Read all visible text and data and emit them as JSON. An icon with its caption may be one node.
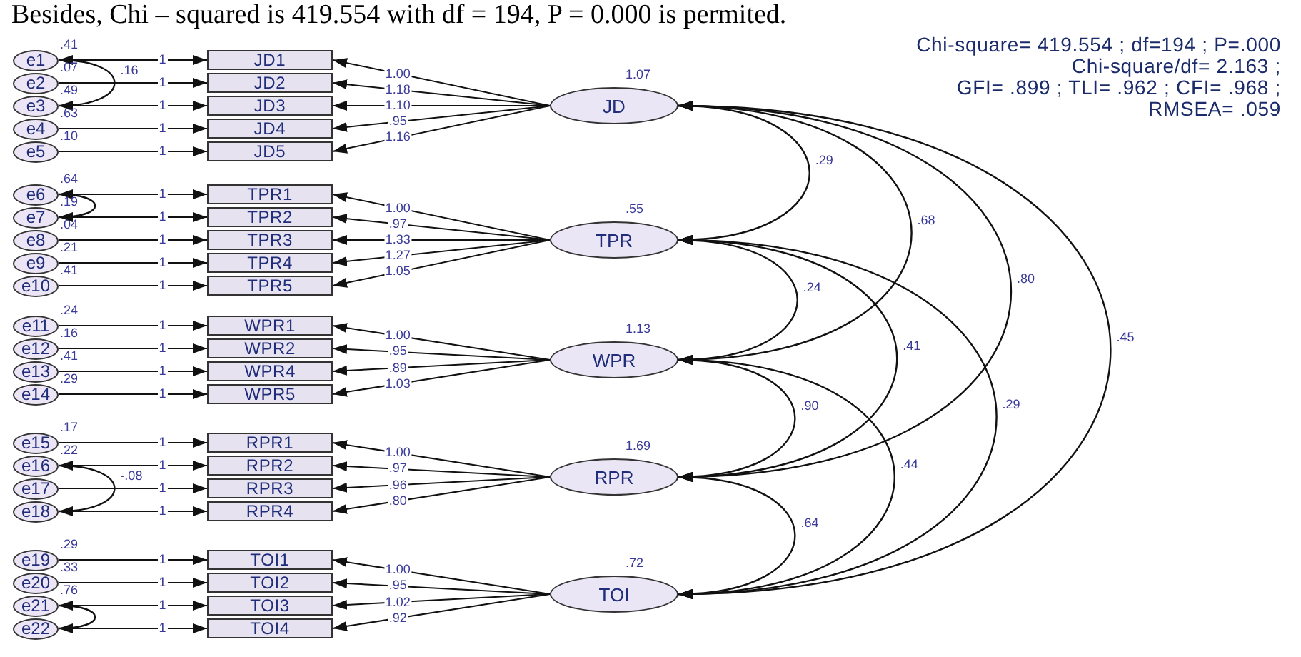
{
  "diagram": {
    "nodes": [
      {
        "text": [
          "e1"
        ],
        "beside": [
          ".41"
        ]
      },
      {
        "text": [
          "e2"
        ],
        "beside": [
          ".07"
        ]
      },
      {
        "text": [
          "e3"
        ],
        "beside": [
          ".49"
        ]
      },
      {
        "text": [
          "e4"
        ],
        "beside": [
          ".63"
        ]
      },
      {
        "text": [
          "e5"
        ],
        "beside": [
          ".10"
        ]
      },
      {
        "text": [
          "e6"
        ],
        "beside": [
          ".64"
        ]
      },
      {
        "text": [
          "e7"
        ],
        "beside": [
          ".19"
        ]
      },
      {
        "text": [
          "e8"
        ],
        "beside": [
          ".04"
        ]
      },
      {
        "text": [
          "e9"
        ],
        "beside": [
          ".21"
        ]
      },
      {
        "text": [
          "e10"
        ],
        "beside": [
          ".41"
        ]
      },
      {
        "text": [
          "e11"
        ],
        "beside": [
          ".24"
        ]
      },
      {
        "text": [
          "e12"
        ],
        "beside": [
          ".16"
        ]
      },
      {
        "text": [
          "e13"
        ],
        "beside": [
          ".41"
        ]
      },
      {
        "text": [
          "e14"
        ],
        "beside": [
          ".29"
        ]
      },
      {
        "text": [
          "e15"
        ],
        "beside": [
          ".17"
        ]
      },
      {
        "text": [
          "e16"
        ],
        "beside": [
          ".22"
        ]
      },
      {
        "text": [
          "e17"
        ]
      },
      {
        "text": [
          "e18"
        ]
      },
      {
        "text": [
          "e19"
        ],
        "beside": [
          ".29"
        ]
      },
      {
        "text": [
          "e20"
        ],
        "beside": [
          ".33"
        ]
      },
      {
        "text": [
          "e21"
        ],
        "beside": [
          ".76"
        ]
      },
      {
        "text": [
          "e22"
        ]
      },
      {
        "text": [
          "JD1"
        ]
      },
      {
        "text": [
          "JD2"
        ]
      },
      {
        "text": [
          "JD3"
        ]
      },
      {
        "text": [
          "JD4"
        ]
      },
      {
        "text": [
          "JD5"
        ]
      },
      {
        "text": [
          "TPR1"
        ]
      },
      {
        "text": [
          "TPR2"
        ]
      },
      {
        "text": [
          "TPR3"
        ]
      },
      {
        "text": [
          "TPR4"
        ]
      },
      {
        "text": [
          "TPR5"
        ]
      },
      {
        "text": [
          "WPR1"
        ]
      },
      {
        "text": [
          "WPR2"
        ]
      },
      {
        "text": [
          "WPR4"
        ]
      },
      {
        "text": [
          "WPR5"
        ]
      },
      {
        "text": [
          "RPR1"
        ]
      },
      {
        "text": [
          "RPR2"
        ]
      },
      {
        "text": [
          "RPR3"
        ]
      },
      {
        "text": [
          "RPR4"
        ]
      },
      {
        "text": [
          "TOI1"
        ]
      },
      {
        "text": [
          "TOI2"
        ]
      },
      {
        "text": [
          "TOI3"
        ]
      },
      {
        "text": [
          "TOI4"
        ]
      },
      {
        "text": [
          "JD"
        ],
        "beside": [
          "1.07"
        ]
      },
      {
        "text": [
          "TPR"
        ],
        "beside": [
          ".55"
        ]
      },
      {
        "text": [
          "WPR"
        ],
        "beside": [
          "1.13"
        ]
      },
      {
        "text": [
          "RPR"
        ],
        "beside": [
          "1.69"
        ]
      },
      {
        "text": [
          "TOI"
        ],
        "beside": [
          ".72"
        ]
      }
    ],
    "edges": [
      {
        "from": 0,
        "to": 22,
        "arrow": "to",
        "label": "1"
      },
      {
        "from": 1,
        "to": 23,
        "arrow": "to",
        "label": "1"
      },
      {
        "from": 2,
        "to": 24,
        "arrow": "to",
        "label": "1"
      },
      {
        "from": 3,
        "to": 25,
        "arrow": "to",
        "label": "1"
      },
      {
        "from": 4,
        "to": 26,
        "arrow": "to",
        "label": "1"
      },
      {
        "from": 5,
        "to": 27,
        "arrow": "to",
        "label": "1"
      },
      {
        "from": 6,
        "to": 28,
        "arrow": "to",
        "label": "1"
      },
      {
        "from": 7,
        "to": 29,
        "arrow": "to",
        "label": "1"
      },
      {
        "from": 8,
        "to": 30,
        "arrow": "to",
        "label": "1"
      },
      {
        "from": 9,
        "to": 31,
        "arrow": "to",
        "label": "1"
      },
      {
        "from": 10,
        "to": 32,
        "arrow": "to",
        "label": "1"
      },
      {
        "from": 11,
        "to": 33,
        "arrow": "to",
        "label": "1"
      },
      {
        "from": 12,
        "to": 34,
        "arrow": "to",
        "label": "1"
      },
      {
        "from": 13,
        "to": 35,
        "arrow": "to",
        "label": "1"
      },
      {
        "from": 14,
        "to": 36,
        "arrow": "to",
        "label": "1"
      },
      {
        "from": 15,
        "to": 37,
        "arrow": "to",
        "label": "1"
      },
      {
        "from": 16,
        "to": 38,
        "arrow": "to",
        "label": "1"
      },
      {
        "from": 17,
        "to": 39,
        "arrow": "to",
        "label": "1"
      },
      {
        "from": 18,
        "to": 40,
        "arrow": "to",
        "label": "1"
      },
      {
        "from": 19,
        "to": 41,
        "arrow": "to",
        "label": "1"
      },
      {
        "from": 20,
        "to": 42,
        "arrow": "to",
        "label": "1"
      },
      {
        "from": 21,
        "to": 43,
        "arrow": "to",
        "label": "1"
      },
      {
        "from": 44,
        "to": 22,
        "arrow": "to",
        "label": "1.00"
      },
      {
        "from": 44,
        "to": 23,
        "arrow": "to",
        "label": "1.18"
      },
      {
        "from": 44,
        "to": 24,
        "arrow": "to",
        "label": "1.10"
      },
      {
        "from": 44,
        "to": 25,
        "arrow": "to",
        "label": ".95"
      },
      {
        "from": 44,
        "to": 26,
        "arrow": "to",
        "label": "1.16"
      },
      {
        "from": 45,
        "to": 27,
        "arrow": "to",
        "label": "1.00"
      },
      {
        "from": 45,
        "to": 28,
        "arrow": "to",
        "label": ".97"
      },
      {
        "from": 45,
        "to": 29,
        "arrow": "to",
        "label": "1.33"
      },
      {
        "from": 45,
        "to": 30,
        "arrow": "to",
        "label": "1.27"
      },
      {
        "from": 45,
        "to": 31,
        "arrow": "to",
        "label": "1.05"
      },
      {
        "from": 46,
        "to": 32,
        "arrow": "to",
        "label": "1.00"
      },
      {
        "from": 46,
        "to": 33,
        "arrow": "to",
        "label": ".95"
      },
      {
        "from": 46,
        "to": 34,
        "arrow": "to",
        "label": ".89"
      },
      {
        "from": 46,
        "to": 35,
        "arrow": "to",
        "label": "1.03"
      },
      {
        "from": 47,
        "to": 36,
        "arrow": "to",
        "label": "1.00"
      },
      {
        "from": 47,
        "to": 37,
        "arrow": "to",
        "label": ".97"
      },
      {
        "from": 47,
        "to": 38,
        "arrow": "to",
        "label": ".96"
      },
      {
        "from": 47,
        "to": 39,
        "arrow": "to",
        "label": ".80"
      },
      {
        "from": 48,
        "to": 40,
        "arrow": "to",
        "label": "1.00"
      },
      {
        "from": 48,
        "to": 41,
        "arrow": "to",
        "label": ".95"
      },
      {
        "from": 48,
        "to": 42,
        "arrow": "to",
        "label": "1.02"
      },
      {
        "from": 48,
        "to": 43,
        "arrow": "to",
        "label": ".92"
      },
      {
        "from": 44,
        "to": 45,
        "arrow": "both",
        "label": ".29"
      },
      {
        "from": 44,
        "to": 46,
        "arrow": "both",
        "label": ".68"
      },
      {
        "from": 44,
        "to": 47,
        "arrow": "both",
        "label": ".80"
      },
      {
        "from": 44,
        "to": 48,
        "arrow": "both",
        "label": ".45"
      },
      {
        "from": 45,
        "to": 46,
        "arrow": "both",
        "label": ".24"
      },
      {
        "from": 45,
        "to": 47,
        "arrow": "both",
        "label": ".41"
      },
      {
        "from": 45,
        "to": 48,
        "arrow": "both",
        "label": ".29"
      },
      {
        "from": 46,
        "to": 47,
        "arrow": "both",
        "label": ".90"
      },
      {
        "from": 46,
        "to": 48,
        "arrow": "both",
        "label": ".44"
      },
      {
        "from": 47,
        "to": 48,
        "arrow": "both",
        "label": ".64"
      },
      {
        "from": 0,
        "to": 2,
        "arrow": "both",
        "label": ".16"
      },
      {
        "from": 5,
        "to": 6,
        "arrow": "both"
      },
      {
        "from": 15,
        "to": 17,
        "arrow": "both",
        "label": "-.08"
      },
      {
        "from": 20,
        "to": 21,
        "arrow": "both"
      }
    ],
    "labels": [
      "Besides, Chi – squared is 419.554 with df = 194, P = 0.000 is permited.",
      "Chi-square= 419.554 ; df=194 ; P=.000",
      "Chi-square/df= 2.163 ;",
      "GFI= .899 ; TLI= .962 ; CFI= .968 ;",
      "RMSEA= .059"
    ]
  }
}
